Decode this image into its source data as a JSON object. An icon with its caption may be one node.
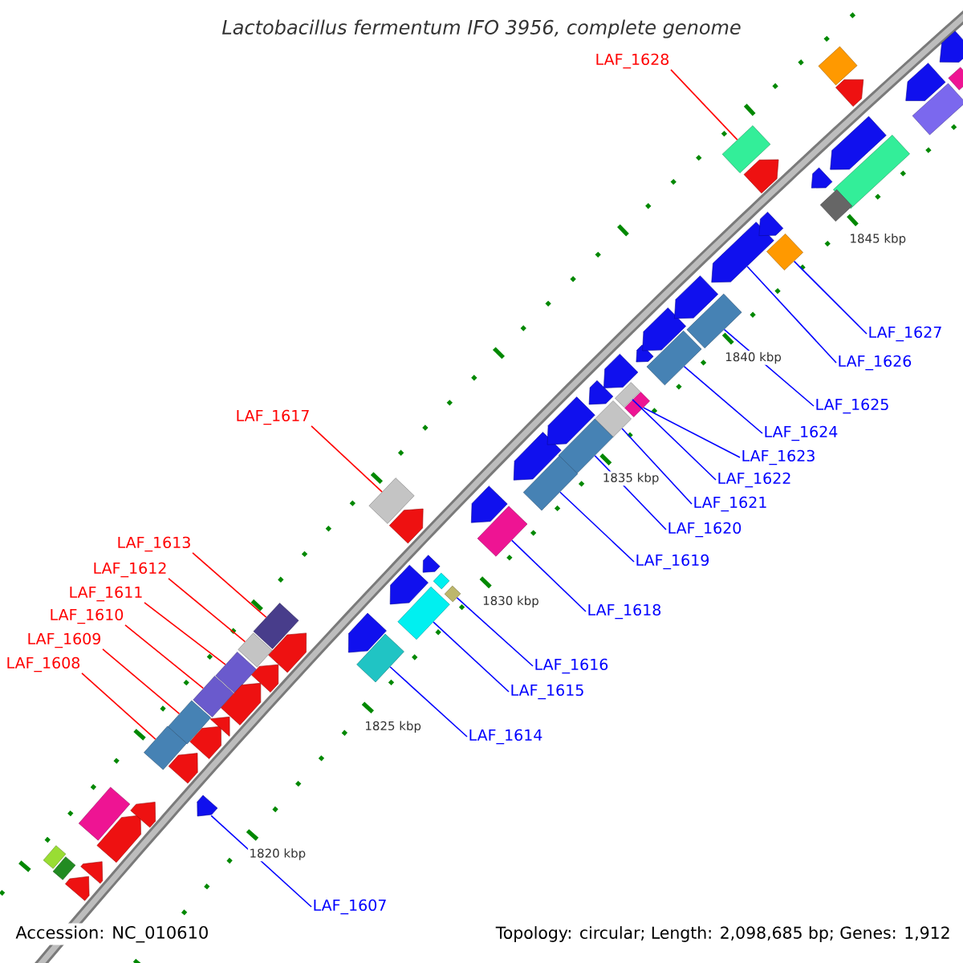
{
  "diagram": {
    "title": "Lactobacillus fermentum IFO 3956, complete genome",
    "nodes": [
      {
        "text": [
          "LAF_1628"
        ]
      },
      {
        "text": [
          "LAF_1627"
        ]
      },
      {
        "text": [
          "LAF_1626"
        ]
      },
      {
        "text": [
          "LAF_1625"
        ]
      },
      {
        "text": [
          "LAF_1617"
        ]
      },
      {
        "text": [
          "LAF_1624"
        ]
      },
      {
        "text": [
          "LAF_1623"
        ]
      },
      {
        "text": [
          "LAF_1622"
        ]
      },
      {
        "text": [
          "LAF_1621"
        ]
      },
      {
        "text": [
          "LAF_1620"
        ]
      },
      {
        "text": [
          "LAF_1613"
        ]
      },
      {
        "text": [
          "LAF_1619"
        ]
      },
      {
        "text": [
          "LAF_1612"
        ]
      },
      {
        "text": [
          "LAF_1611"
        ]
      },
      {
        "text": [
          "LAF_1618"
        ]
      },
      {
        "text": [
          "LAF_1610"
        ]
      },
      {
        "text": [
          "LAF_1609"
        ]
      },
      {
        "text": [
          "LAF_1608"
        ]
      },
      {
        "text": [
          "LAF_1616"
        ]
      },
      {
        "text": [
          "LAF_1615"
        ]
      },
      {
        "text": [
          "LAF_1614"
        ]
      },
      {
        "text": [
          "LAF_1607"
        ]
      },
      {
        "text": [],
        "shape": "box"
      },
      {
        "text": [],
        "shape": "diamond"
      },
      {
        "text": [],
        "shape": "pentagon"
      },
      {
        "text": [],
        "shape": "box"
      },
      {
        "text": [],
        "shape": "box"
      },
      {
        "text": [],
        "shape": "box"
      },
      {
        "text": [],
        "shape": "box"
      },
      {
        "text": [],
        "shape": "box"
      },
      {
        "text": [],
        "shape": "diamond"
      },
      {
        "text": [],
        "shape": "box"
      },
      {
        "text": [],
        "shape": "box"
      },
      {
        "text": [],
        "shape": "box"
      },
      {
        "text": [],
        "shape": "diamond"
      },
      {
        "text": [],
        "shape": "diamond"
      },
      {
        "text": [],
        "shape": "box"
      },
      {
        "text": [],
        "shape": "diamond"
      },
      {
        "text": [],
        "shape": "box"
      },
      {
        "text": [],
        "shape": "box"
      },
      {
        "text": [],
        "shape": "diamond"
      },
      {
        "text": [],
        "shape": "box"
      },
      {
        "text": [],
        "shape": "box"
      },
      {
        "text": [],
        "shape": "pentagon"
      },
      {
        "text": [],
        "shape": "box"
      },
      {
        "text": [],
        "shape": "pentagon"
      },
      {
        "text": [],
        "shape": "pentagon"
      },
      {
        "text": [],
        "shape": "box"
      },
      {
        "text": [],
        "shape": "box"
      },
      {
        "text": [],
        "shape": "pentagon"
      },
      {
        "text": [],
        "shape": "pentagon"
      },
      {
        "text": [],
        "shape": "pentagon"
      },
      {
        "text": [],
        "shape": "pentagon"
      },
      {
        "text": [],
        "shape": "pentagon"
      },
      {
        "text": [],
        "shape": "pentagon"
      },
      {
        "text": [],
        "shape": "pentagon"
      },
      {
        "text": [],
        "shape": "pentagon"
      },
      {
        "text": [],
        "shape": "pentagon"
      },
      {
        "text": [],
        "shape": "pentagon"
      },
      {
        "text": [],
        "shape": "pentagon"
      },
      {
        "text": [],
        "shape": "diamond"
      },
      {
        "text": [],
        "shape": "pentagon"
      },
      {
        "text": [],
        "shape": "pentagon"
      },
      {
        "text": [],
        "shape": "pentagon"
      },
      {
        "text": [],
        "shape": "pentagon"
      },
      {
        "text": [],
        "shape": "pentagon"
      },
      {
        "text": [],
        "shape": "pentagon"
      },
      {
        "text": [],
        "shape": "pentagon"
      },
      {
        "text": [],
        "shape": "pentagon"
      },
      {
        "text": [],
        "shape": "pentagon"
      },
      {
        "text": [],
        "shape": "pentagon"
      },
      {
        "text": [],
        "shape": "pentagon"
      },
      {
        "text": [],
        "shape": "diamond"
      },
      {
        "text": [],
        "shape": "pentagon"
      },
      {
        "text": [],
        "shape": "pentagon"
      },
      {
        "text": [],
        "shape": "box"
      },
      {
        "text": [],
        "shape": "pentagon"
      },
      {
        "text": [],
        "shape": "diamond"
      },
      {
        "text": [],
        "shape": "pentagon"
      },
      {
        "text": [],
        "shape": "box"
      },
      {
        "text": [],
        "shape": "diamond"
      },
      {
        "text": [],
        "shape": "pentagon"
      }
    ],
    "edges": [
      {
        "from": 0,
        "to": 22,
        "arrow": "none",
        "color": "#ff0000"
      },
      {
        "from": 1,
        "to": 23,
        "arrow": "none"
      },
      {
        "from": 2,
        "to": 24,
        "arrow": "none"
      },
      {
        "from": 3,
        "to": 25,
        "arrow": "none"
      },
      {
        "from": 4,
        "to": 26,
        "arrow": "none",
        "color": "#ff0000"
      },
      {
        "from": 5,
        "to": 27,
        "arrow": "none"
      },
      {
        "from": 6,
        "to": 28,
        "arrow": "none"
      },
      {
        "from": 7,
        "to": 29,
        "arrow": "none"
      },
      {
        "from": 8,
        "to": 30,
        "arrow": "none"
      },
      {
        "from": 9,
        "to": 31,
        "arrow": "none"
      },
      {
        "from": 10,
        "to": 32,
        "arrow": "none",
        "color": "#ff0000"
      },
      {
        "from": 11,
        "to": 33,
        "arrow": "none"
      },
      {
        "from": 12,
        "to": 34,
        "arrow": "none",
        "color": "#ff0000"
      },
      {
        "from": 13,
        "to": 35,
        "arrow": "none",
        "color": "#ff0000"
      },
      {
        "from": 14,
        "to": 36,
        "arrow": "none"
      },
      {
        "from": 15,
        "to": 37,
        "arrow": "none",
        "color": "#ff0000"
      },
      {
        "from": 16,
        "to": 38,
        "arrow": "none",
        "color": "#ff0000"
      },
      {
        "from": 17,
        "to": 39,
        "arrow": "none",
        "color": "#ff0000"
      },
      {
        "from": 18,
        "to": 40,
        "arrow": "none"
      },
      {
        "from": 19,
        "to": 41,
        "arrow": "none"
      },
      {
        "from": 20,
        "to": 42,
        "arrow": "none"
      },
      {
        "from": 21,
        "to": 43,
        "arrow": "none"
      }
    ],
    "labels": [
      "1845 kbp",
      "1840 kbp",
      "1835 kbp",
      "1830 kbp",
      "1825 kbp",
      "1820 kbp",
      "Accession: NC_010610",
      "Topology: circular; Length: 2,098,685 bp; Genes: 1,912"
    ]
  }
}
